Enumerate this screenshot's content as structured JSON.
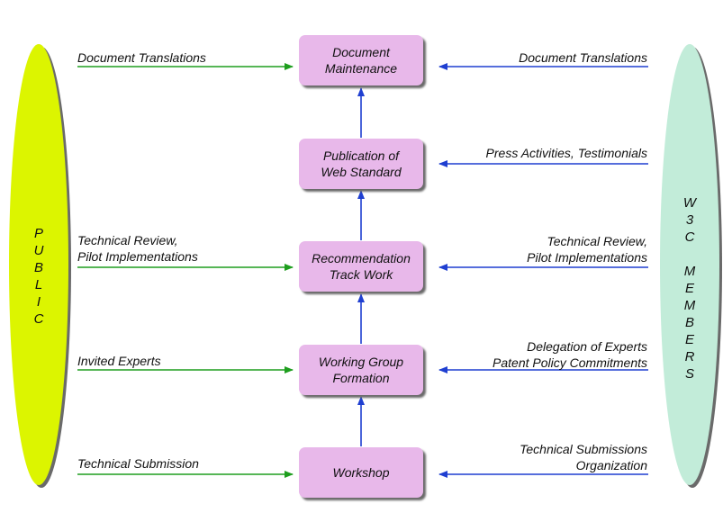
{
  "process": {
    "document_maintenance": "Document\nMaintenance",
    "publication": "Publication of\nWeb Standard",
    "recommendation": "Recommendation\nTrack Work",
    "working_group": "Working Group\nFormation",
    "workshop": "Workshop"
  },
  "public": {
    "label": "P\nU\nB\nL\nI\nC",
    "inputs": {
      "document_translations": "Document Translations",
      "technical_review": "Technical Review,\nPilot Implementations",
      "invited_experts": "Invited Experts",
      "technical_submission": "Technical Submission"
    }
  },
  "members": {
    "label": "W\n3\nC\n \nM\nE\nM\nB\nE\nR\nS",
    "inputs": {
      "document_translations": "Document Translations",
      "press": "Press Activities, Testimonials",
      "technical_review": "Technical Review,\nPilot Implementations",
      "delegation": "Delegation of Experts\nPatent Policy Commitments",
      "submissions": "Technical Submissions\nOrganization"
    }
  },
  "colors": {
    "public_ellipse": "#dcf500",
    "members_ellipse": "#c2ecd9",
    "box_fill": "#e8b8ea",
    "green_arrow": "#1e9e1e",
    "blue_arrow": "#1f3fd1"
  }
}
